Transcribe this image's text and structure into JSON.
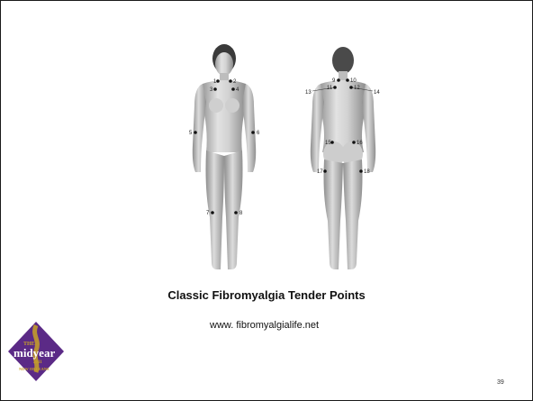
{
  "slide": {
    "caption": "Classic Fibromyalgia Tender Points",
    "source": "www. fibromyalgialife.net",
    "page_number": "39"
  },
  "figure": {
    "front_points": [
      "1",
      "2",
      "3",
      "4",
      "5",
      "6",
      "7",
      "8"
    ],
    "back_points": [
      "9",
      "10",
      "11",
      "12",
      "13",
      "14",
      "15",
      "16",
      "17",
      "18"
    ]
  },
  "logo": {
    "line1": "THE",
    "line2": "midyear",
    "line3": "2011",
    "line4": "NEW ORLEANS"
  },
  "colors": {
    "background": "#ffffff",
    "border": "#1a1a1a",
    "logo_purple": "#5b2a86",
    "logo_gold": "#c9a227"
  }
}
